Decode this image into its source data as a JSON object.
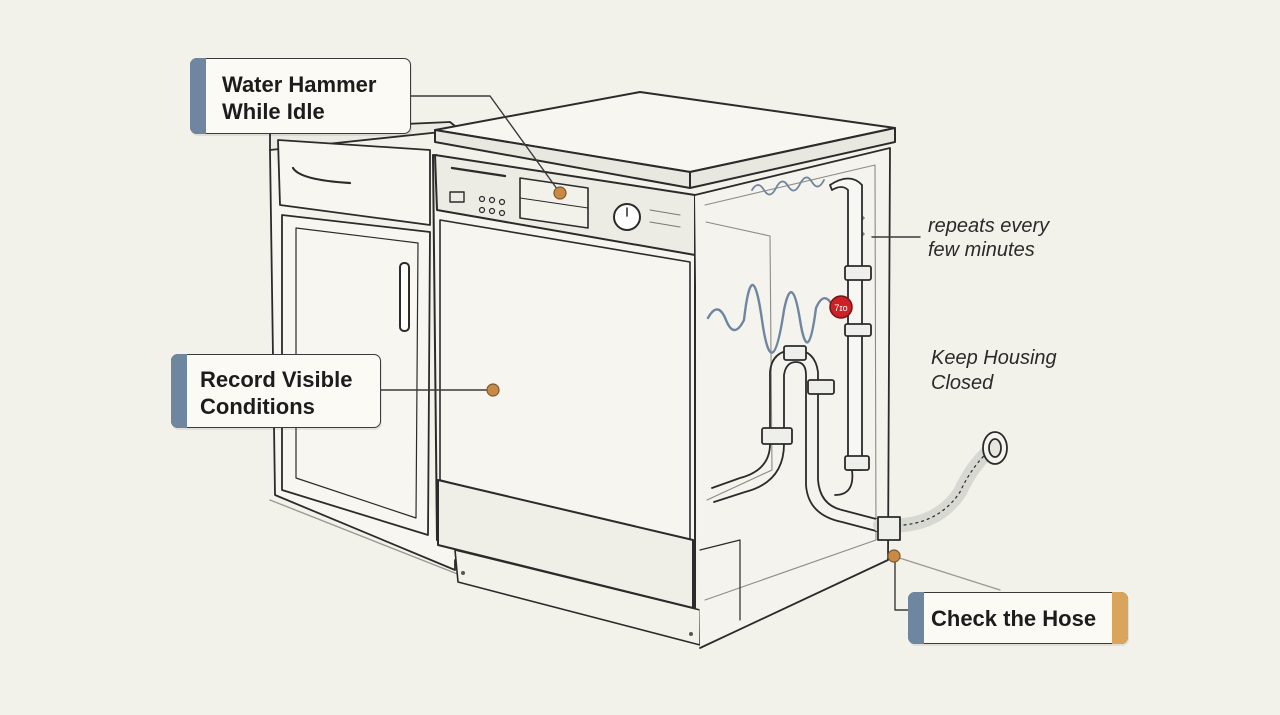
{
  "callouts": {
    "water_hammer": {
      "line1": "Water Hammer",
      "line2": "While Idle"
    },
    "record_visible": {
      "line1": "Record Visible",
      "line2": "Conditions"
    },
    "check_hose": {
      "label": "Check the Hose"
    }
  },
  "notes": {
    "repeats": {
      "line1": "repeats every",
      "line2": "few minutes"
    },
    "keep_closed": {
      "line1": "Keep Housing",
      "line2": "Closed"
    }
  },
  "valve_label": "7ɪo",
  "colors": {
    "background": "#f3f2ea",
    "blue_accent": "#6f86a0",
    "orange_accent": "#d9a55a",
    "marker": "#c98a45",
    "valve_red": "#cc2127",
    "ink": "#2b2b2b"
  }
}
